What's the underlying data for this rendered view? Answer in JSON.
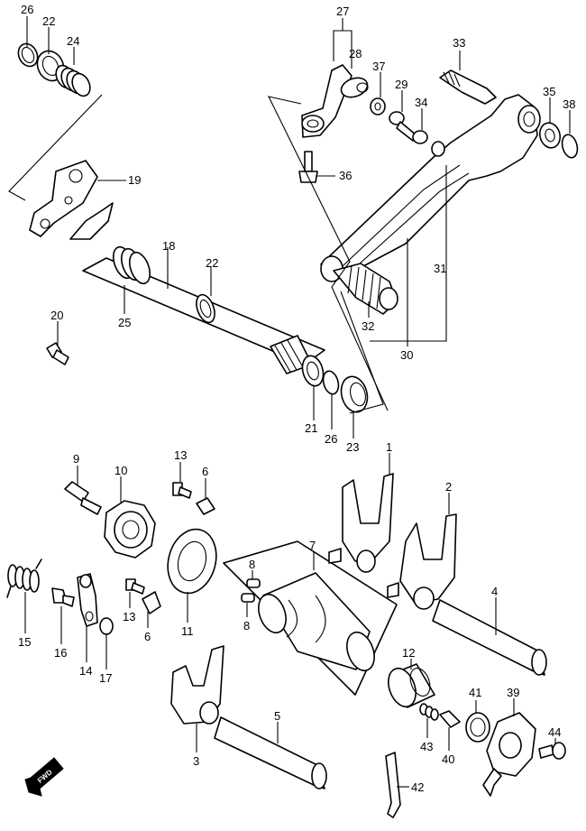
{
  "diagram": {
    "type": "exploded-parts-diagram",
    "fwd_label": "FWD",
    "part_numbers": {
      "p1": "1",
      "p2": "2",
      "p3": "3",
      "p4": "4",
      "p5": "5",
      "p6a": "6",
      "p6b": "6",
      "p7": "7",
      "p8a": "8",
      "p8b": "8",
      "p9": "9",
      "p10": "10",
      "p11": "11",
      "p12": "12",
      "p13a": "13",
      "p13b": "13",
      "p14": "14",
      "p15": "15",
      "p16": "16",
      "p17": "17",
      "p18": "18",
      "p19": "19",
      "p20": "20",
      "p21": "21",
      "p22a": "22",
      "p22b": "22",
      "p23": "23",
      "p24": "24",
      "p25": "25",
      "p26a": "26",
      "p26b": "26",
      "p27": "27",
      "p28": "28",
      "p29": "29",
      "p30": "30",
      "p31": "31",
      "p32": "32",
      "p33": "33",
      "p34": "34",
      "p35": "35",
      "p36": "36",
      "p37": "37",
      "p38": "38",
      "p39": "39",
      "p40": "40",
      "p41": "41",
      "p42": "42",
      "p43": "43",
      "p44": "44"
    }
  }
}
